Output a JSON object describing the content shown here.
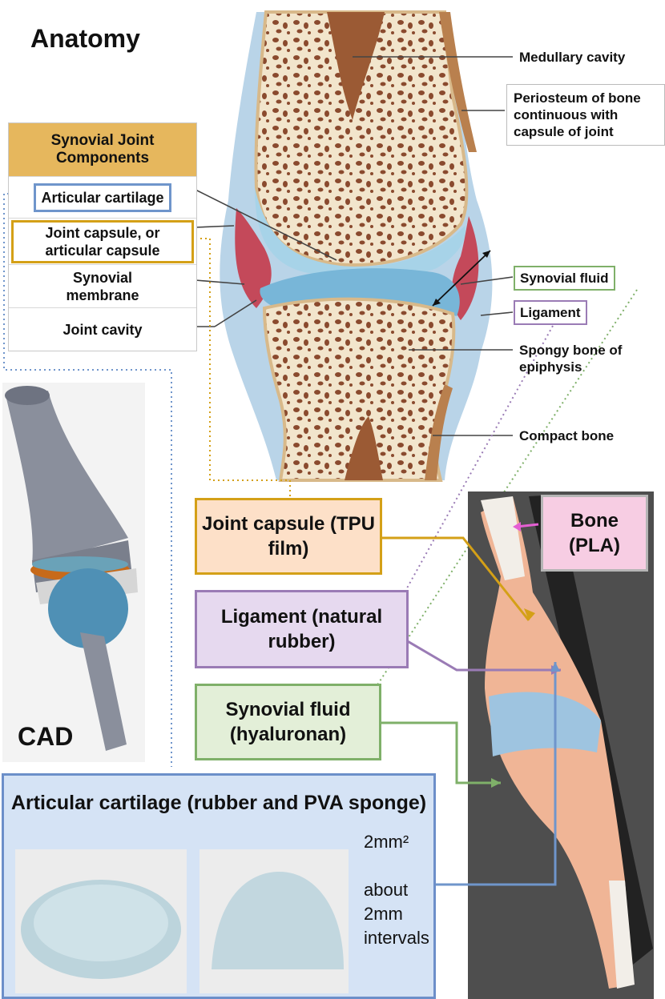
{
  "title": "Anatomy",
  "components": {
    "header": "Synovial Joint Components",
    "rows": [
      "Articular cartilage",
      "Joint capsule, or articular capsule",
      "Synovial membrane",
      "Joint cavity"
    ]
  },
  "anatomy_labels": {
    "medullary": "Medullary cavity",
    "periosteum": "Periosteum of bone continuous with capsule of joint",
    "synovial_fluid": "Synovial fluid",
    "ligament": "Ligament",
    "spongy": "Spongy bone of epiphysis",
    "compact": "Compact bone"
  },
  "materials": {
    "capsule": "Joint capsule (TPU film)",
    "ligament": "Ligament (natural rubber)",
    "fluid": "Synovial fluid (hyaluronan)",
    "bone": "Bone (PLA)"
  },
  "cad_label": "CAD",
  "cartilage": {
    "title": "Articular cartilage (rubber and PVA sponge)",
    "note_size": "2mm²",
    "note_interval": "about 2mm intervals"
  },
  "colors": {
    "blue": "#6f95cb",
    "orange": "#d4a017",
    "purple": "#9a7bb5",
    "green": "#7fb069",
    "pink": "#f7cde3",
    "capsule_fill": "#fde0c8",
    "ligament_fill": "#e6d9ef",
    "fluid_fill": "#e3efd8",
    "cartilage_fill": "#d5e3f5"
  }
}
